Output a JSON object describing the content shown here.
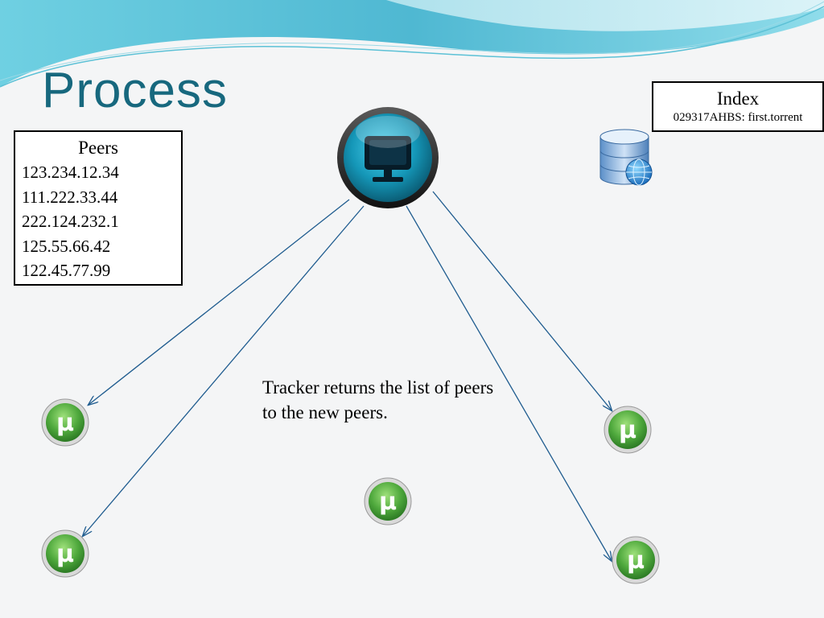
{
  "slide": {
    "title": "Process",
    "caption": "Tracker returns the list of peers to the new peers."
  },
  "peers_box": {
    "heading": "Peers",
    "items": [
      "123.234.12.34",
      "111.222.33.44",
      "222.124.232.1",
      "125.55.66.42",
      "122.45.77.99"
    ]
  },
  "index_box": {
    "heading": "Index",
    "entry": "029317AHBS: first.torrent"
  },
  "icons": {
    "tracker": "monitor-icon",
    "index_db": "database-globe-icon",
    "peer": "utorrent-mu-icon",
    "peer_glyph": "μ"
  },
  "colors": {
    "title": "#17687e",
    "arrow": "#1f5c8f",
    "tracker_orb": "#17a6c8",
    "peer_green": "#4ea83c",
    "wave": "#5cc1d6"
  }
}
